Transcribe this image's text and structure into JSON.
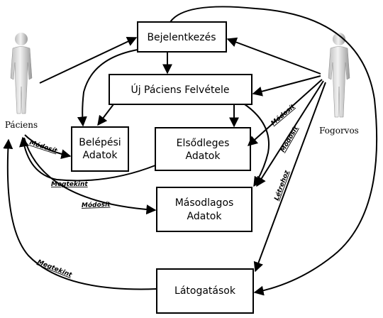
{
  "nodes": {
    "login": "Bejelentkezés",
    "new_patient": "Új Páciens Felvétele",
    "login_data_1": "Belépési",
    "login_data_2": "Adatok",
    "primary_1": "Elsődleges",
    "primary_2": "Adatok",
    "secondary_1": "Másodlagos",
    "secondary_2": "Adatok",
    "visits": "Látogatások"
  },
  "actors": {
    "patient": "Páciens",
    "dentist": "Fogorvos"
  },
  "edge_labels": {
    "patient_modify_login": "Módosít",
    "patient_view_primary": "Megtekint",
    "patient_modify_secondary": "Módosít",
    "patient_view_visits": "Megtekint",
    "dentist_modify_primary": "Módosít",
    "dentist_modify_secondary": "Módosít",
    "dentist_create_visits": "Létrehoz"
  },
  "colors": {
    "line": "#000000",
    "figure_light": "#e6e6e6",
    "figure_dark": "#9a9a9a"
  }
}
